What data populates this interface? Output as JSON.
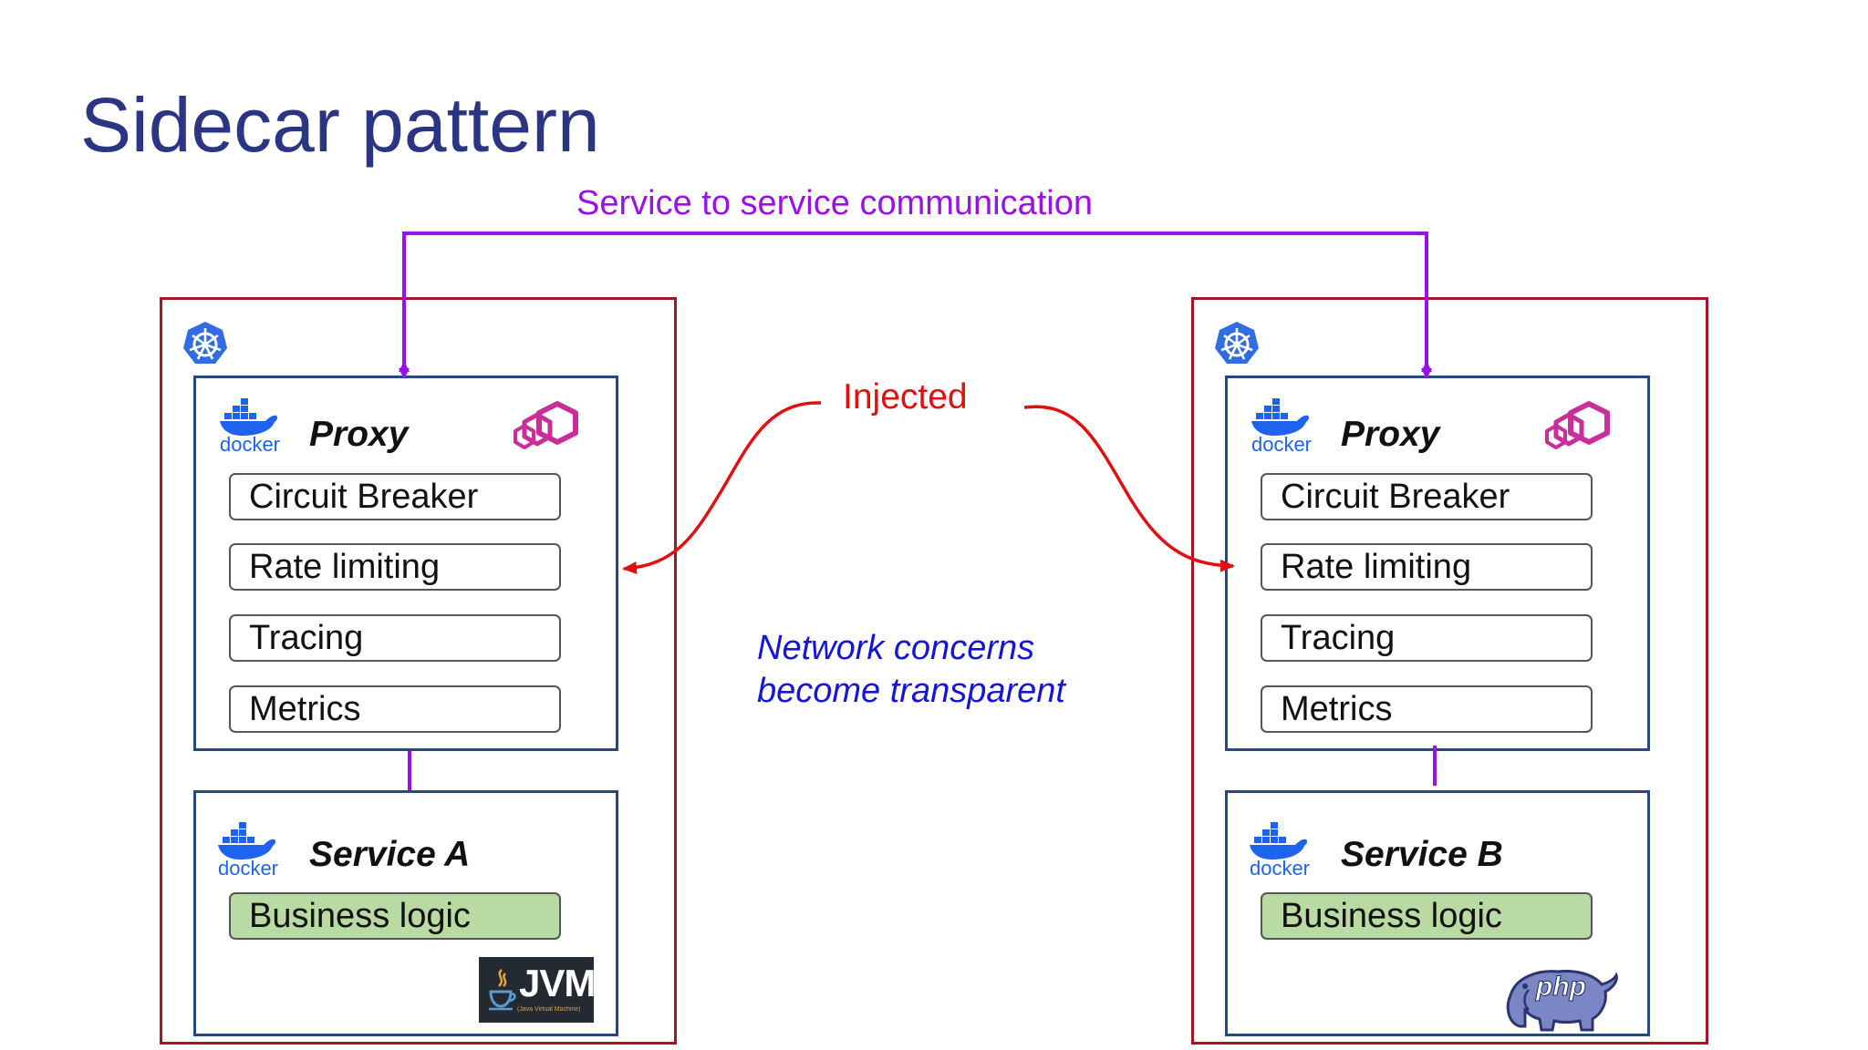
{
  "title": "Sidecar pattern",
  "communication_label": "Service to service communication",
  "injected_label": "Injected",
  "network_note": [
    "Network concerns",
    "become transparent"
  ],
  "colors": {
    "title": "#2a3584",
    "communication": "#9a10e8",
    "injected": "#e30f0f",
    "note": "#1515d6",
    "pod_border": "#a31621",
    "container_border": "#24497f",
    "business_logic_fill": "#b9daa3",
    "docker_blue": "#1d63ed",
    "kubernetes_blue": "#326ce5",
    "envoy_magenta": "#c92f9a"
  },
  "icons": [
    "kubernetes-icon",
    "docker-icon",
    "envoy-icon",
    "jvm-logo",
    "php-logo"
  ],
  "pods": [
    {
      "proxy": {
        "docker_label": "docker",
        "heading": "Proxy",
        "features": [
          "Circuit Breaker",
          "Rate limiting",
          "Tracing",
          "Metrics"
        ]
      },
      "service": {
        "docker_label": "docker",
        "heading": "Service A",
        "business": "Business logic",
        "runtime_logo_text": "JVM",
        "runtime_logo_subtext": "(Java Virtual Machine)"
      }
    },
    {
      "proxy": {
        "docker_label": "docker",
        "heading": "Proxy",
        "features": [
          "Circuit Breaker",
          "Rate limiting",
          "Tracing",
          "Metrics"
        ]
      },
      "service": {
        "docker_label": "docker",
        "heading": "Service B",
        "business": "Business logic",
        "runtime_logo_text": "php"
      }
    }
  ]
}
